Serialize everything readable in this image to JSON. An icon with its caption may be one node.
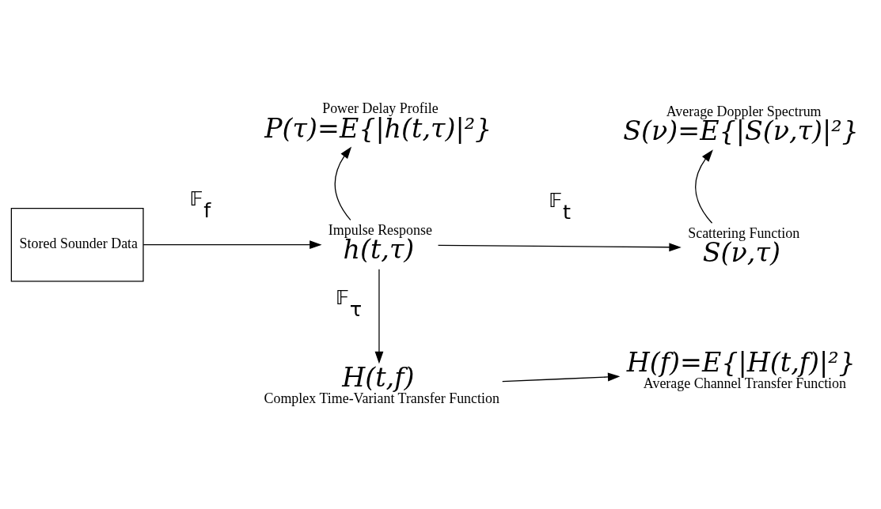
{
  "diagram": {
    "nodes": [
      {
        "text": [
          "Stored Sounder Data"
        ]
      },
      {
        "text": [
          "Impulse Response",
          "h(t,τ)"
        ]
      },
      {
        "text": [
          "Power Delay Profile",
          "P(τ)=E{|h(t,τ)|²}"
        ]
      },
      {
        "text": [
          "Scattering Function",
          "S(ν,τ)"
        ]
      },
      {
        "text": [
          "Average Doppler Spectrum",
          "S(ν)=E{|S(ν,τ)|²}"
        ]
      },
      {
        "text": [
          "H(t,f)",
          "Complex Time-Variant Transfer Function"
        ]
      },
      {
        "text": [
          "H(f)=E{|H(t,f)|²}",
          "Average Channel Transfer Function"
        ]
      }
    ],
    "edges": [
      {
        "from": 0,
        "to": 1,
        "arrow": "to",
        "label": "𝔽$_{f}$"
      },
      {
        "from": 1,
        "to": 2,
        "arrow": "to"
      },
      {
        "from": 1,
        "to": 3,
        "arrow": "to",
        "label": "𝔽$_{t}$"
      },
      {
        "from": 3,
        "to": 4,
        "arrow": "to"
      },
      {
        "from": 1,
        "to": 5,
        "arrow": "to",
        "label": "𝔽$_{τ}$"
      },
      {
        "from": 5,
        "to": 6,
        "arrow": "to"
      }
    ]
  }
}
